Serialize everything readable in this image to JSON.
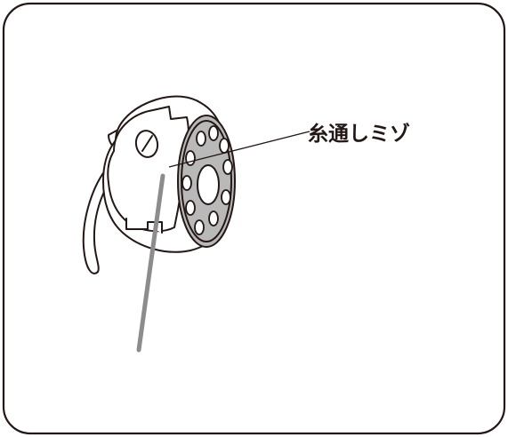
{
  "callout": {
    "label": "糸通しミゾ"
  },
  "colors": {
    "line": "#231815",
    "bobbin_fill": "#b9b9b9",
    "thread": "#8c8c8c",
    "frame": "#231815",
    "background": "#ffffff"
  },
  "icons": {
    "bobbin_case": "bobbin-case-illustration",
    "bobbin": "bobbin-illustration",
    "thread": "thread-line"
  }
}
